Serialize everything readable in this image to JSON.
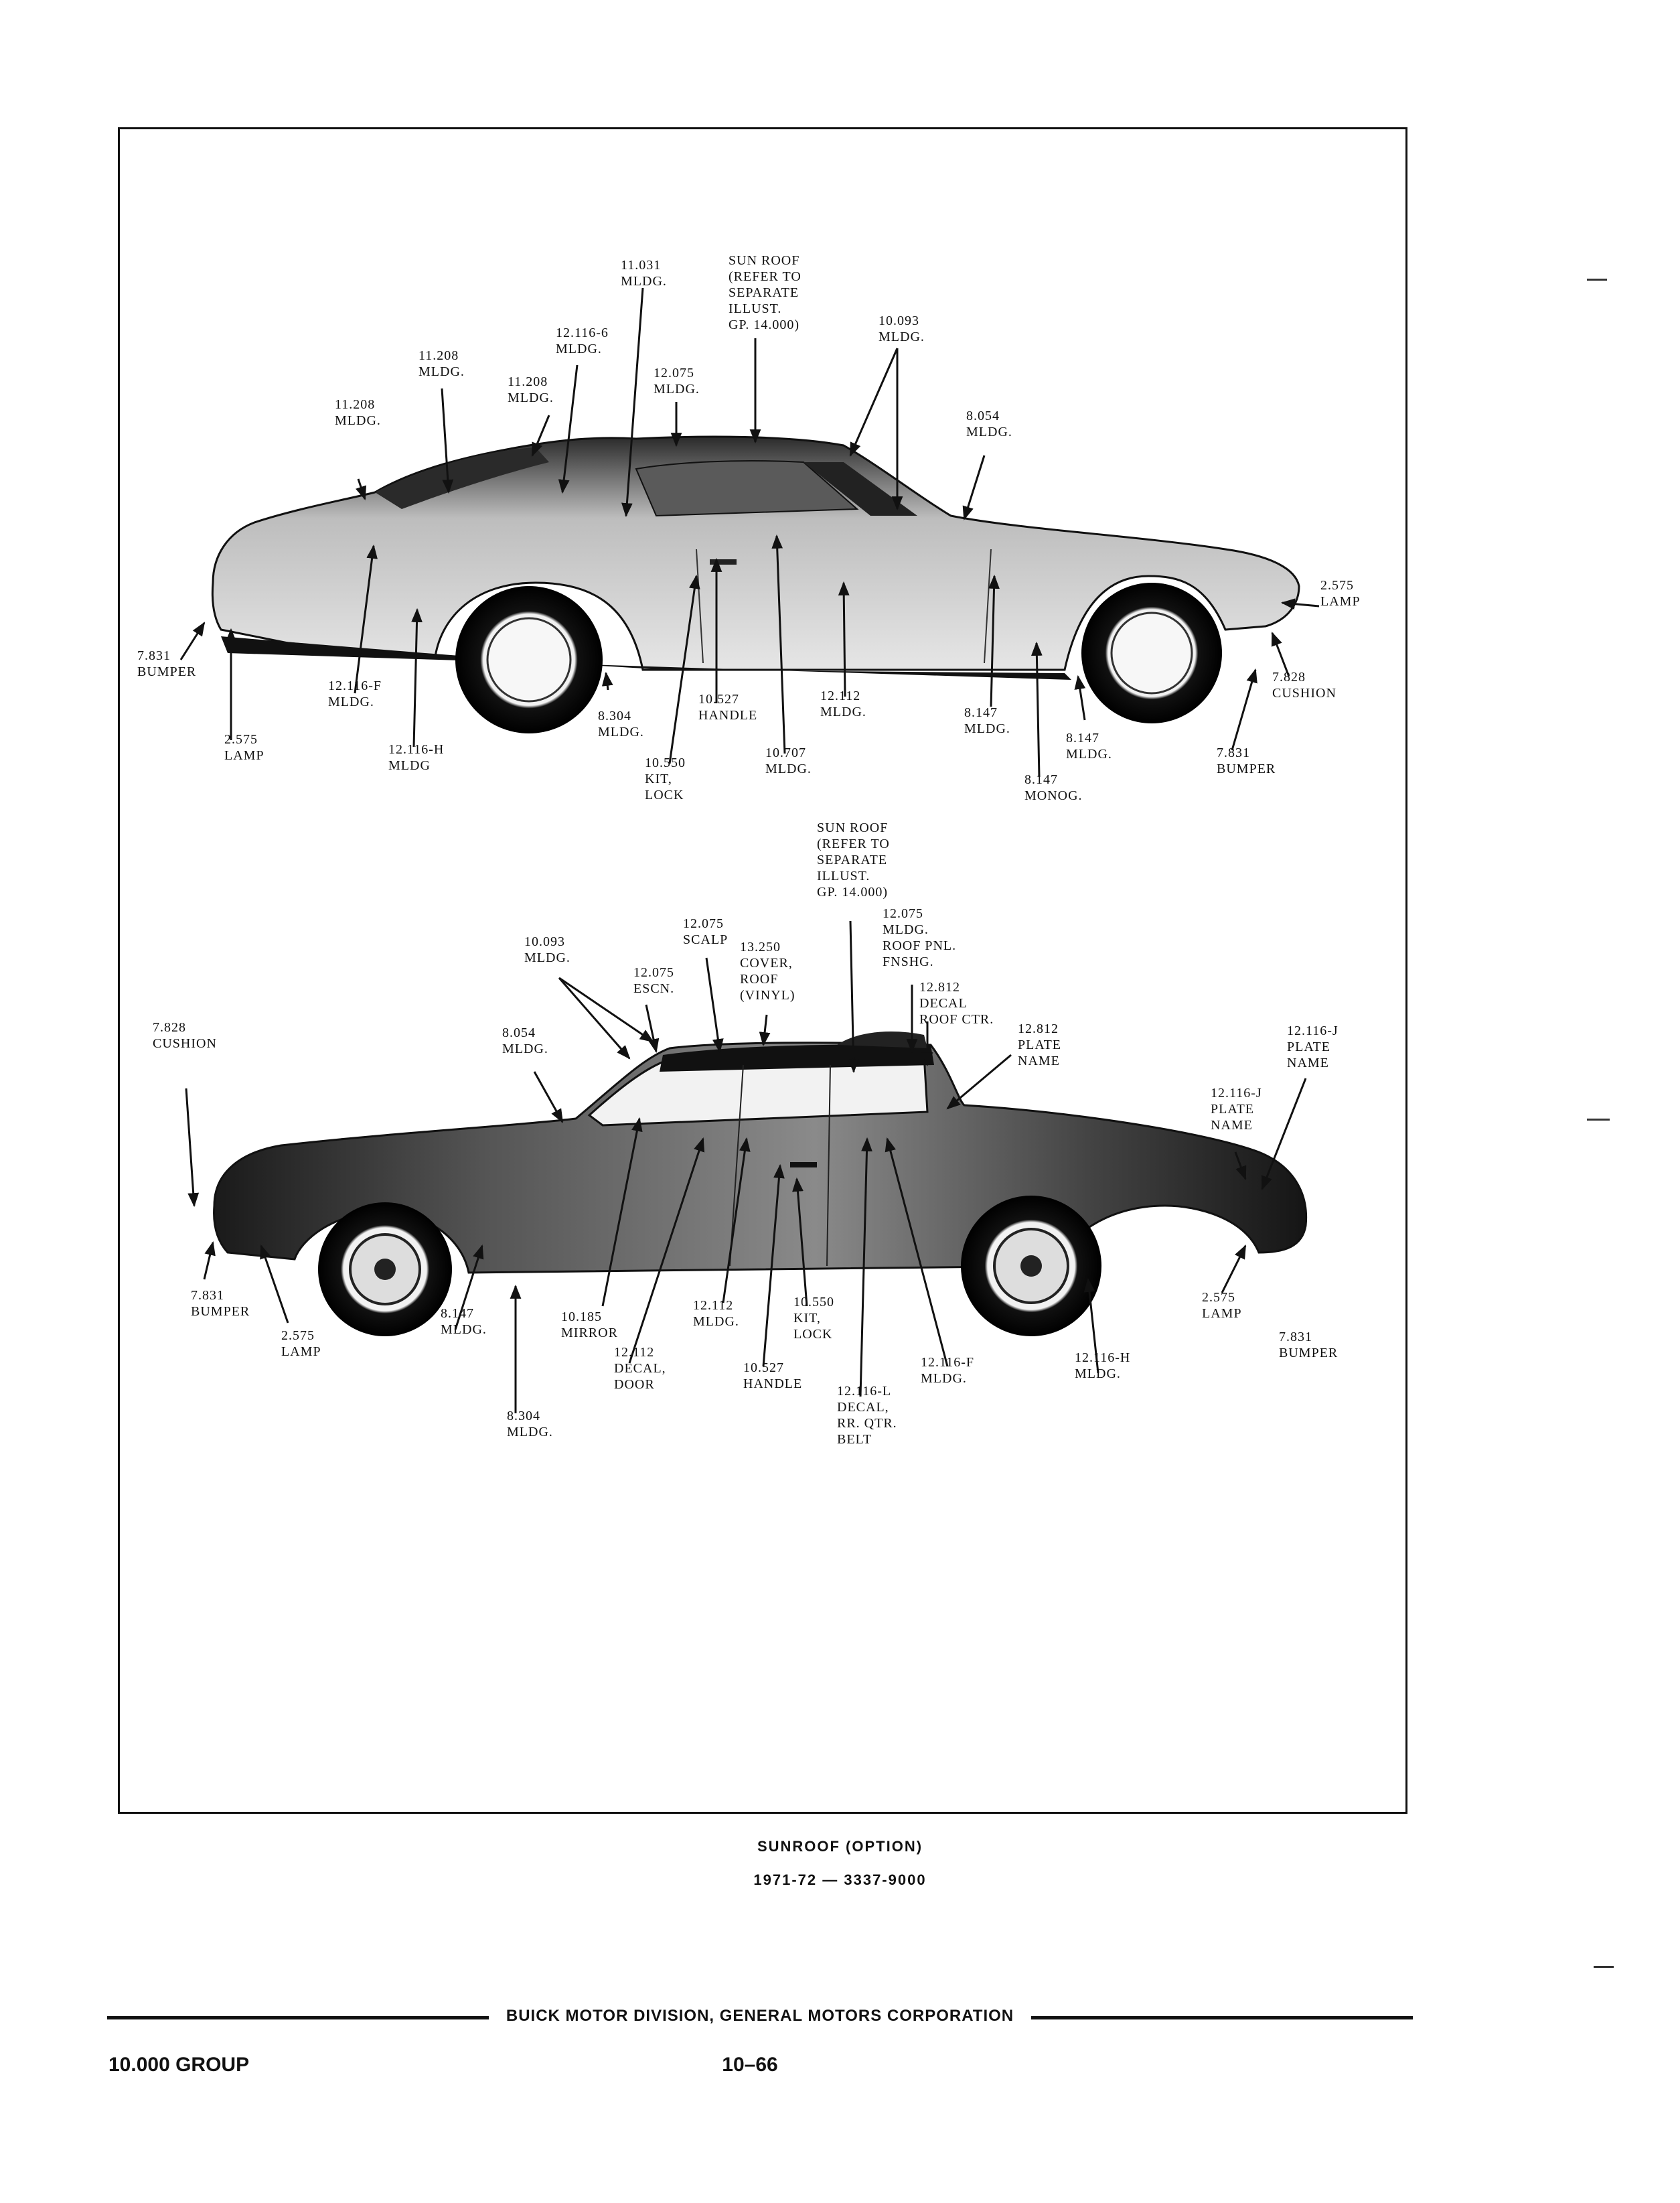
{
  "caption": {
    "title": "SUNROOF (OPTION)",
    "subtitle": "1971-72 — 3337-9000"
  },
  "footer": {
    "division": "BUICK MOTOR DIVISION, GENERAL MOTORS CORPORATION",
    "group": "10.000 GROUP",
    "page": "10–66"
  },
  "top_view": {
    "callouts": [
      {
        "id": "t1",
        "lines": [
          "11.031",
          "MLDG."
        ]
      },
      {
        "id": "t2",
        "lines": [
          "SUN ROOF",
          "(REFER TO",
          "SEPARATE",
          "ILLUST.",
          "GP. 14.000)"
        ]
      },
      {
        "id": "t3",
        "lines": [
          "12.116-6",
          "MLDG."
        ]
      },
      {
        "id": "t4",
        "lines": [
          "10.093",
          "MLDG."
        ]
      },
      {
        "id": "t5",
        "lines": [
          "11.208",
          "MLDG."
        ]
      },
      {
        "id": "t6",
        "lines": [
          "12.075",
          "MLDG."
        ]
      },
      {
        "id": "t7",
        "lines": [
          "11.208",
          "MLDG."
        ]
      },
      {
        "id": "t8",
        "lines": [
          "8.054",
          "MLDG."
        ]
      },
      {
        "id": "t9",
        "lines": [
          "11.208",
          "MLDG."
        ]
      },
      {
        "id": "t10",
        "lines": [
          "2.575",
          "LAMP"
        ]
      },
      {
        "id": "t11",
        "lines": [
          "7.831",
          "BUMPER"
        ]
      },
      {
        "id": "t12",
        "lines": [
          "12.116-F",
          "MLDG."
        ]
      },
      {
        "id": "t13",
        "lines": [
          "7.828",
          "CUSHION"
        ]
      },
      {
        "id": "t14",
        "lines": [
          "10.527",
          "HANDLE"
        ]
      },
      {
        "id": "t15",
        "lines": [
          "12.112",
          "MLDG."
        ]
      },
      {
        "id": "t16",
        "lines": [
          "8.304",
          "MLDG."
        ]
      },
      {
        "id": "t17",
        "lines": [
          "8.147",
          "MLDG."
        ]
      },
      {
        "id": "t18",
        "lines": [
          "2.575",
          "LAMP"
        ]
      },
      {
        "id": "t19",
        "lines": [
          "12.116-H",
          "MLDG"
        ]
      },
      {
        "id": "t20",
        "lines": [
          "8.147",
          "MLDG."
        ]
      },
      {
        "id": "t21",
        "lines": [
          "7.831",
          "BUMPER"
        ]
      },
      {
        "id": "t22",
        "lines": [
          "10.550",
          "KIT,",
          "LOCK"
        ]
      },
      {
        "id": "t23",
        "lines": [
          "10.707",
          "MLDG."
        ]
      },
      {
        "id": "t24",
        "lines": [
          "8.147",
          "MONOG."
        ]
      }
    ]
  },
  "bottom_view": {
    "callouts": [
      {
        "id": "b1",
        "lines": [
          "SUN ROOF",
          "(REFER TO",
          "SEPARATE",
          "ILLUST.",
          "GP. 14.000)"
        ]
      },
      {
        "id": "b2",
        "lines": [
          "12.075",
          "SCALP"
        ]
      },
      {
        "id": "b3",
        "lines": [
          "12.075",
          "MLDG.",
          "ROOF PNL.",
          "FNSHG."
        ]
      },
      {
        "id": "b4",
        "lines": [
          "10.093",
          "MLDG."
        ]
      },
      {
        "id": "b5",
        "lines": [
          "13.250",
          "COVER,",
          "ROOF",
          "(VINYL)"
        ]
      },
      {
        "id": "b6",
        "lines": [
          "12.075",
          "ESCN."
        ]
      },
      {
        "id": "b7",
        "lines": [
          "12.812",
          "DECAL",
          "ROOF CTR."
        ]
      },
      {
        "id": "b8",
        "lines": [
          "7.828",
          "CUSHION"
        ]
      },
      {
        "id": "b9",
        "lines": [
          "8.054",
          "MLDG."
        ]
      },
      {
        "id": "b10",
        "lines": [
          "12.812",
          "PLATE",
          "NAME"
        ]
      },
      {
        "id": "b11",
        "lines": [
          "12.116-J",
          "PLATE",
          "NAME"
        ]
      },
      {
        "id": "b12",
        "lines": [
          "12.116-J",
          "PLATE",
          "NAME"
        ]
      },
      {
        "id": "b13",
        "lines": [
          "7.831",
          "BUMPER"
        ]
      },
      {
        "id": "b14",
        "lines": [
          "10.185",
          "MIRROR"
        ]
      },
      {
        "id": "b15",
        "lines": [
          "12.112",
          "MLDG."
        ]
      },
      {
        "id": "b16",
        "lines": [
          "10.550",
          "KIT,",
          "LOCK"
        ]
      },
      {
        "id": "b17",
        "lines": [
          "2.575",
          "LAMP"
        ]
      },
      {
        "id": "b18",
        "lines": [
          "2.575",
          "LAMP"
        ]
      },
      {
        "id": "b19",
        "lines": [
          "8.147",
          "MLDG."
        ]
      },
      {
        "id": "b20",
        "lines": [
          "12.112",
          "DECAL,",
          "DOOR"
        ]
      },
      {
        "id": "b21",
        "lines": [
          "10.527",
          "HANDLE"
        ]
      },
      {
        "id": "b22",
        "lines": [
          "12.116-F",
          "MLDG."
        ]
      },
      {
        "id": "b23",
        "lines": [
          "12.116-H",
          "MLDG."
        ]
      },
      {
        "id": "b24",
        "lines": [
          "7.831",
          "BUMPER"
        ]
      },
      {
        "id": "b25",
        "lines": [
          "12.116-L",
          "DECAL,",
          "RR. QTR.",
          "BELT"
        ]
      },
      {
        "id": "b26",
        "lines": [
          "8.304",
          "MLDG."
        ]
      }
    ]
  }
}
